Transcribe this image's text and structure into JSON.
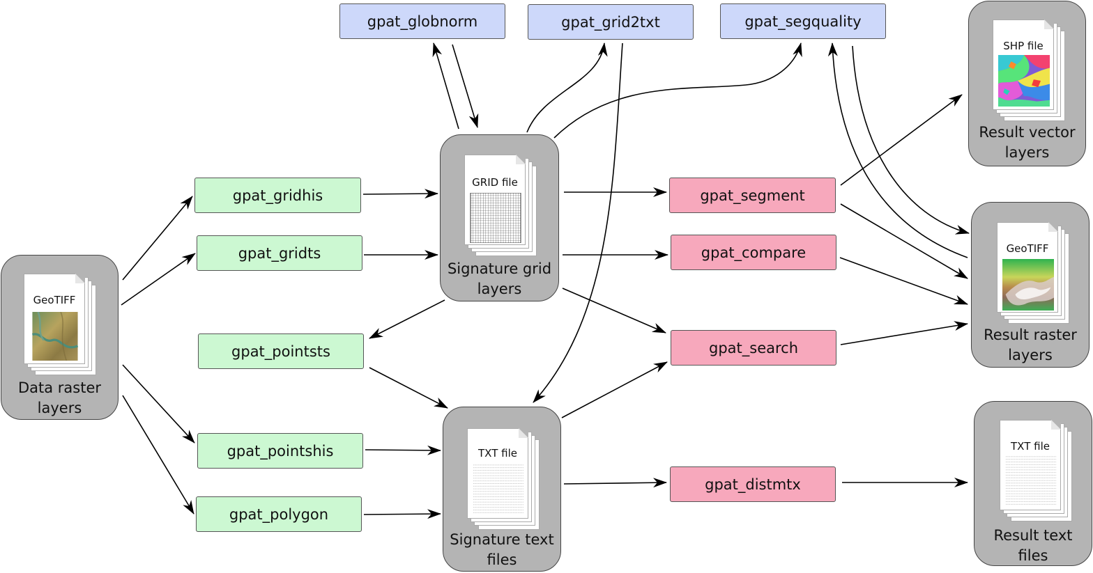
{
  "tools": {
    "gridhis": "gpat_gridhis",
    "gridts": "gpat_gridts",
    "pointsts": "gpat_pointsts",
    "pointshis": "gpat_pointshis",
    "polygon": "gpat_polygon",
    "globnorm": "gpat_globnorm",
    "grid2txt": "gpat_grid2txt",
    "segquality": "gpat_segquality",
    "segment": "gpat_segment",
    "compare": "gpat_compare",
    "search": "gpat_search",
    "distmtx": "gpat_distmtx"
  },
  "nodes": {
    "data_raster": {
      "label_line1": "Data raster",
      "label_line2": "layers",
      "file": "GeoTIFF"
    },
    "sig_grid": {
      "label_line1": "Signature grid",
      "label_line2": "layers",
      "file": "GRID file"
    },
    "sig_text": {
      "label_line1": "Signature text",
      "label_line2": "files",
      "file": "TXT file"
    },
    "result_vector": {
      "label_line1": "Result vector",
      "label_line2": "layers",
      "file": "SHP file"
    },
    "result_raster": {
      "label_line1": "Result raster",
      "label_line2": "layers",
      "file": "GeoTIFF"
    },
    "result_text": {
      "label_line1": "Result text",
      "label_line2": "files",
      "file": "TXT file"
    }
  },
  "colors": {
    "input_tool": "#ccf8d2",
    "util_tool": "#cdd8fa",
    "analysis_tool": "#f7a8bc",
    "node_fill": "#b4b4b4"
  }
}
